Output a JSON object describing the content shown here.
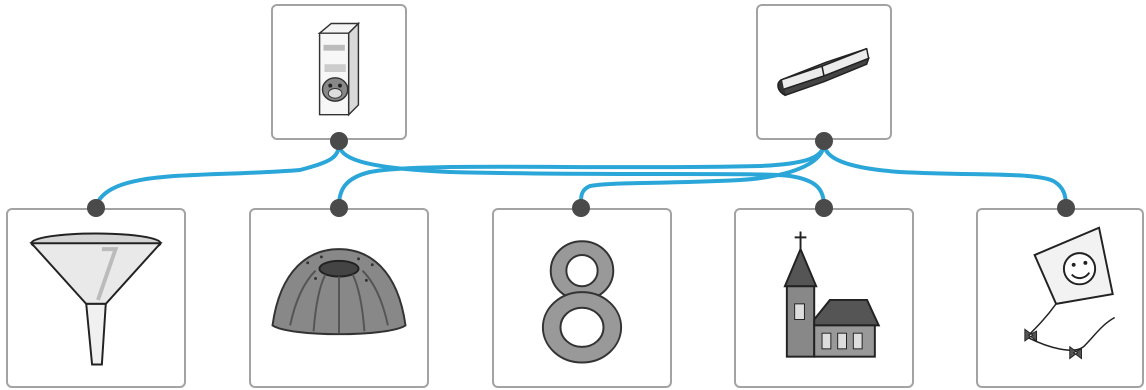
{
  "colors": {
    "connector": "#2aa7d8",
    "dot": "#4a4a4a",
    "card_border": "#a3a3a3"
  },
  "top_items": [
    {
      "id": "milk-carton",
      "icon": "milk-carton-icon"
    },
    {
      "id": "book",
      "icon": "book-icon"
    }
  ],
  "bottom_items": [
    {
      "id": "funnel",
      "icon": "funnel-icon"
    },
    {
      "id": "bundt-cake",
      "icon": "bundt-cake-icon"
    },
    {
      "id": "number-eight",
      "icon": "number-eight-icon"
    },
    {
      "id": "church",
      "icon": "church-icon"
    },
    {
      "id": "kite",
      "icon": "kite-icon"
    }
  ],
  "connections": [
    {
      "from": "milk-carton",
      "to": "funnel"
    },
    {
      "from": "milk-carton",
      "to": "church"
    },
    {
      "from": "book",
      "to": "bundt-cake"
    },
    {
      "from": "book",
      "to": "number-eight"
    },
    {
      "from": "book",
      "to": "kite"
    }
  ]
}
